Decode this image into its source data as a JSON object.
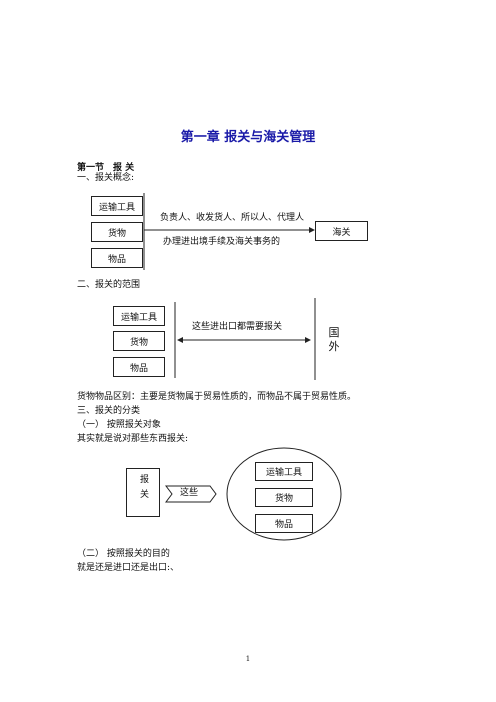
{
  "chapter_title": "第一章 报关与海关管理",
  "section_title": "第一节　报 关",
  "concept_heading": "一、报关概念:",
  "diagram1": {
    "items": [
      "运输工具",
      "货物",
      "物品"
    ],
    "subjects_text": "负责人、收发货人、所以人、代理人",
    "action_text": "办理进出境手续及海关事务的",
    "target": "海关"
  },
  "scope_heading": "二、报关的范围",
  "diagram2": {
    "items": [
      "运输工具",
      "货物",
      "物品"
    ],
    "arrow_text": "这些进出口都需要报关",
    "abroad": "国外"
  },
  "goods_difference": "货物物品区别：主要是货物属于贸易性质的，而物品不属于贸易性质。",
  "classification_heading": "三、报关的分类",
  "by_object_heading": "（一）  按照报关对象",
  "by_object_text": "其实就是说对那些东西报关:",
  "diagram3": {
    "left_label": "报关",
    "arrow_text": "这些",
    "items": [
      "运输工具",
      "货物",
      "物品"
    ]
  },
  "by_purpose_heading": "（二）  按照报关的目的",
  "by_purpose_text": "就是还是进口还是出口:、",
  "page_number": "1"
}
